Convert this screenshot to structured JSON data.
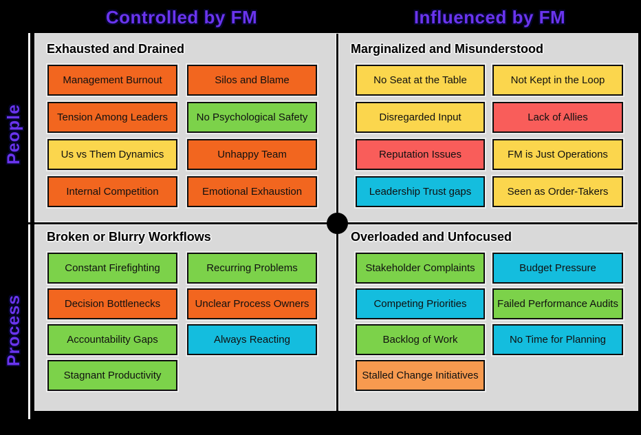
{
  "axis_titles": {
    "left": "Controlled by FM",
    "right": "Influenced by FM"
  },
  "row_labels": {
    "top": "People",
    "bottom": "Process"
  },
  "palette": {
    "background": "#000000",
    "quadrant_fill": "#D9D9D9",
    "title_purple": "#6A34EE",
    "orange": "#F2661F",
    "orange_light": "#F79A4F",
    "green": "#7CD24A",
    "yellow": "#FBD64D",
    "red": "#F95D5A",
    "cyan": "#14BDDE"
  },
  "quadrants": [
    {
      "title": "Exhausted and Drained",
      "items": [
        {
          "label": "Management Burnout",
          "color": "orange"
        },
        {
          "label": "Silos and Blame",
          "color": "orange"
        },
        {
          "label": "Tension Among Leaders",
          "color": "orange"
        },
        {
          "label": "No Psychological Safety",
          "color": "green"
        },
        {
          "label": "Us vs Them Dynamics",
          "color": "yellow"
        },
        {
          "label": "Unhappy Team",
          "color": "orange"
        },
        {
          "label": "Internal Competition",
          "color": "orange"
        },
        {
          "label": "Emotional Exhaustion",
          "color": "orange"
        }
      ]
    },
    {
      "title": "Marginalized and Misunderstood",
      "items": [
        {
          "label": "No Seat at the Table",
          "color": "yellow"
        },
        {
          "label": "Not Kept in the Loop",
          "color": "yellow"
        },
        {
          "label": "Disregarded Input",
          "color": "yellow"
        },
        {
          "label": "Lack of Allies",
          "color": "red"
        },
        {
          "label": "Reputation Issues",
          "color": "red"
        },
        {
          "label": "FM is Just Operations",
          "color": "yellow"
        },
        {
          "label": "Leadership Trust gaps",
          "color": "cyan"
        },
        {
          "label": "Seen as Order-Takers",
          "color": "yellow"
        }
      ]
    },
    {
      "title": "Broken or Blurry Workflows",
      "items": [
        {
          "label": "Constant Firefighting",
          "color": "green"
        },
        {
          "label": "Recurring Problems",
          "color": "green"
        },
        {
          "label": "Decision Bottlenecks",
          "color": "orange"
        },
        {
          "label": "Unclear Process Owners",
          "color": "orange"
        },
        {
          "label": "Accountability Gaps",
          "color": "green"
        },
        {
          "label": "Always Reacting",
          "color": "cyan"
        },
        {
          "label": "Stagnant Productivity",
          "color": "green"
        }
      ]
    },
    {
      "title": "Overloaded and Unfocused",
      "items": [
        {
          "label": "Stakeholder Complaints",
          "color": "green"
        },
        {
          "label": "Budget Pressure",
          "color": "cyan"
        },
        {
          "label": "Competing Priorities",
          "color": "cyan"
        },
        {
          "label": "Failed Performance Audits",
          "color": "green"
        },
        {
          "label": "Backlog of Work",
          "color": "green"
        },
        {
          "label": "No Time for Planning",
          "color": "cyan"
        },
        {
          "label": "Stalled Change Initiatives",
          "color": "orange_light"
        }
      ]
    }
  ]
}
